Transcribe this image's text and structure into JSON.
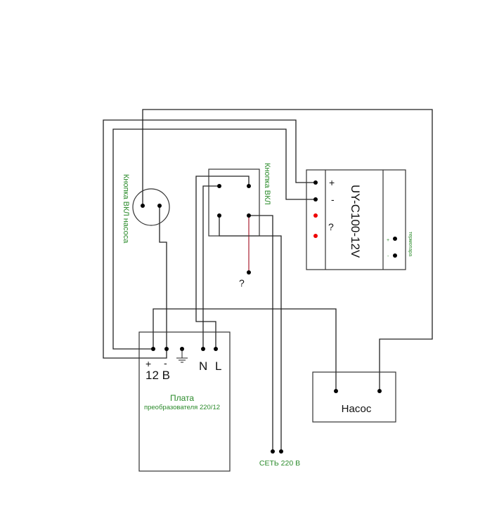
{
  "labels": {
    "pump_button": "Кнопка ВКЛ насоса",
    "power_button": "Кнопка ВКЛ",
    "power_button_unknown": "?",
    "controller_model": "UY-C100-12V",
    "controller_plus": "+",
    "controller_minus": "-",
    "controller_unknown": "?",
    "thermocouple": "термопара",
    "thermocouple_plus": "+",
    "thermocouple_minus": "-",
    "board_plus": "+",
    "board_minus": "-",
    "board_voltage": "12 В",
    "board_n": "N",
    "board_l": "L",
    "board_title": "Плата",
    "board_subtitle": "преобразователя 220/12",
    "mains": "СЕТЬ 220 В",
    "pump": "Насос"
  },
  "colors": {
    "label_green": "#2a8a2a",
    "red_wire": "#b03040",
    "red_terminal": "#e00000"
  }
}
